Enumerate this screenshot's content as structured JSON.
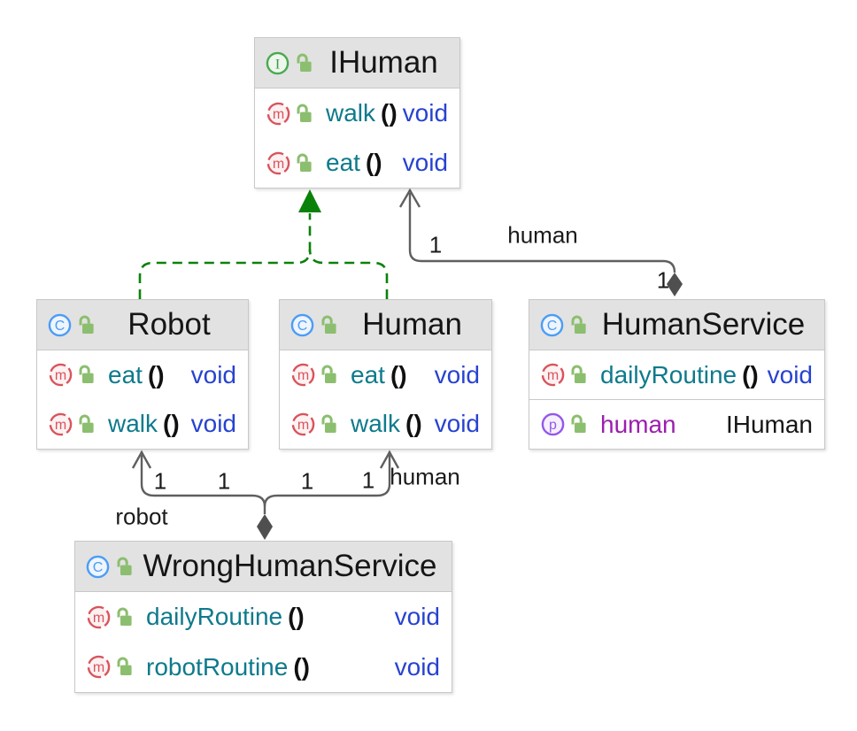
{
  "diagram_type": "uml-class-diagram",
  "colors": {
    "interface_icon_green": "#49a94e",
    "class_icon_blue": "#4b9cf5",
    "method_icon_red": "#d8545c",
    "property_icon_purple": "#9457e8",
    "lock_green": "#8cbe6f",
    "method_name_teal": "#0e7a8c",
    "void_type_blue": "#2743d0",
    "property_name_purple": "#9b1fae",
    "realization_edge_green": "#0a820a",
    "association_edge_gray": "#5f5f5f",
    "header_background": "#e2e2e2"
  },
  "classes": [
    {
      "name": "IHuman",
      "kind": "interface",
      "kind_letter": "I",
      "visibility_icon": "unlocked-padlock",
      "members": [
        {
          "kind": "method",
          "kind_letter": "m",
          "name": "walk",
          "params": "()",
          "type": "void"
        },
        {
          "kind": "method",
          "kind_letter": "m",
          "name": "eat",
          "params": "()",
          "type": "void"
        }
      ]
    },
    {
      "name": "Robot",
      "kind": "class",
      "kind_letter": "C",
      "visibility_icon": "unlocked-padlock",
      "members": [
        {
          "kind": "method",
          "kind_letter": "m",
          "name": "eat",
          "params": "()",
          "type": "void"
        },
        {
          "kind": "method",
          "kind_letter": "m",
          "name": "walk",
          "params": "()",
          "type": "void"
        }
      ]
    },
    {
      "name": "Human",
      "kind": "class",
      "kind_letter": "C",
      "visibility_icon": "unlocked-padlock",
      "members": [
        {
          "kind": "method",
          "kind_letter": "m",
          "name": "eat",
          "params": "()",
          "type": "void"
        },
        {
          "kind": "method",
          "kind_letter": "m",
          "name": "walk",
          "params": "()",
          "type": "void"
        }
      ]
    },
    {
      "name": "HumanService",
      "kind": "class",
      "kind_letter": "C",
      "visibility_icon": "unlocked-padlock",
      "members": [
        {
          "kind": "method",
          "kind_letter": "m",
          "name": "dailyRoutine",
          "params": "()",
          "type": "void"
        },
        {
          "kind": "property",
          "kind_letter": "p",
          "name": "human",
          "params": "",
          "type": "IHuman"
        }
      ]
    },
    {
      "name": "WrongHumanService",
      "kind": "class",
      "kind_letter": "C",
      "visibility_icon": "unlocked-padlock",
      "members": [
        {
          "kind": "method",
          "kind_letter": "m",
          "name": "dailyRoutine",
          "params": "()",
          "type": "void"
        },
        {
          "kind": "method",
          "kind_letter": "m",
          "name": "robotRoutine",
          "params": "()",
          "type": "void"
        }
      ]
    }
  ],
  "edges": {
    "robot_implements_ihuman": {
      "type": "realization",
      "style": "green-dashed-solid-triangle"
    },
    "human_implements_ihuman": {
      "type": "realization",
      "style": "green-dashed-solid-triangle"
    },
    "humanservice_to_ihuman": {
      "type": "aggregation",
      "label": "human",
      "target_multiplicity": "1",
      "source_multiplicity": "1"
    },
    "wrongservice_to_robot": {
      "type": "aggregation",
      "label": "robot",
      "target_multiplicity": "1",
      "source_multiplicity": "1"
    },
    "wrongservice_to_human": {
      "type": "aggregation",
      "label": "human",
      "target_multiplicity": "1",
      "source_multiplicity": "1"
    }
  }
}
